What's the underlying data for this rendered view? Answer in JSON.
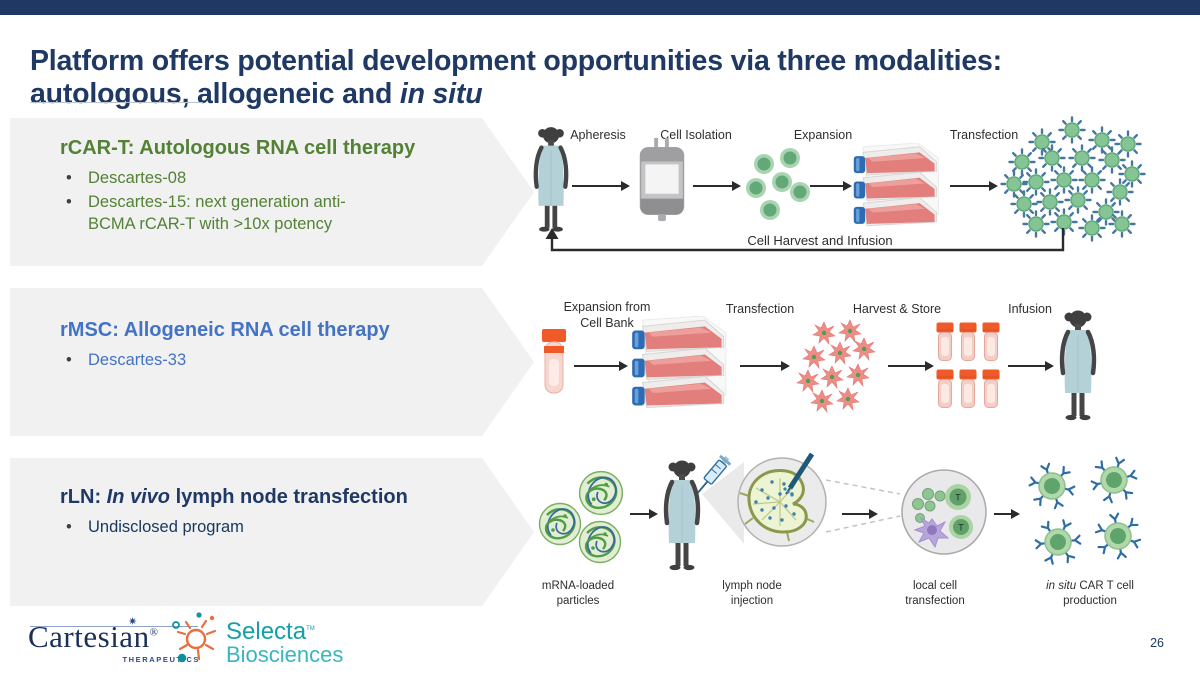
{
  "slide": {
    "title_line1": "Platform offers potential development opportunities via three modalities:",
    "title_line2_regular": "autologous, allogeneic and ",
    "title_line2_italic": "in situ",
    "page_number": "26"
  },
  "colors": {
    "navy": "#1f3864",
    "green": "#538135",
    "blue": "#4472c4",
    "banner_gray": "#f1f1f2",
    "selecta_teal": "#12a0ac",
    "selecta_orange": "#e8703f"
  },
  "sections": [
    {
      "heading": "rCAR-T: Autologous RNA cell therapy",
      "bullets": [
        "Descartes-08",
        "Descartes-15: next generation anti-BCMA rCAR-T with >10x potency"
      ]
    },
    {
      "heading": "rMSC: Allogeneic RNA cell therapy",
      "bullets": [
        "Descartes-33"
      ]
    },
    {
      "heading_prefix": "rLN: ",
      "heading_italic": "In vivo",
      "heading_suffix": " lymph node transfection",
      "bullets": [
        "Undisclosed program"
      ]
    }
  ],
  "diagram_rcart": {
    "steps": [
      "Apheresis",
      "Cell Isolation",
      "Expansion",
      "Transfection"
    ],
    "return_label": "Cell Harvest and Infusion"
  },
  "diagram_rmsc": {
    "steps": [
      "Expansion from Cell Bank",
      "Transfection",
      "Harvest & Store",
      "Infusion"
    ]
  },
  "diagram_rln": {
    "captions": [
      "mRNA-loaded particles",
      "lymph node injection",
      "local cell transfection"
    ],
    "caption4_italic": "in situ",
    "caption4_rest": " CAR T cell production",
    "t_cell_label": "T"
  },
  "footer": {
    "cartesian_name": "Cartesian",
    "cartesian_reg": "®",
    "cartesian_sub": "THERAPEUTICS",
    "cartesian_star": "✷",
    "selecta_name": "Selecta",
    "selecta_tm": "TM",
    "selecta_sub": "Biosciences"
  }
}
